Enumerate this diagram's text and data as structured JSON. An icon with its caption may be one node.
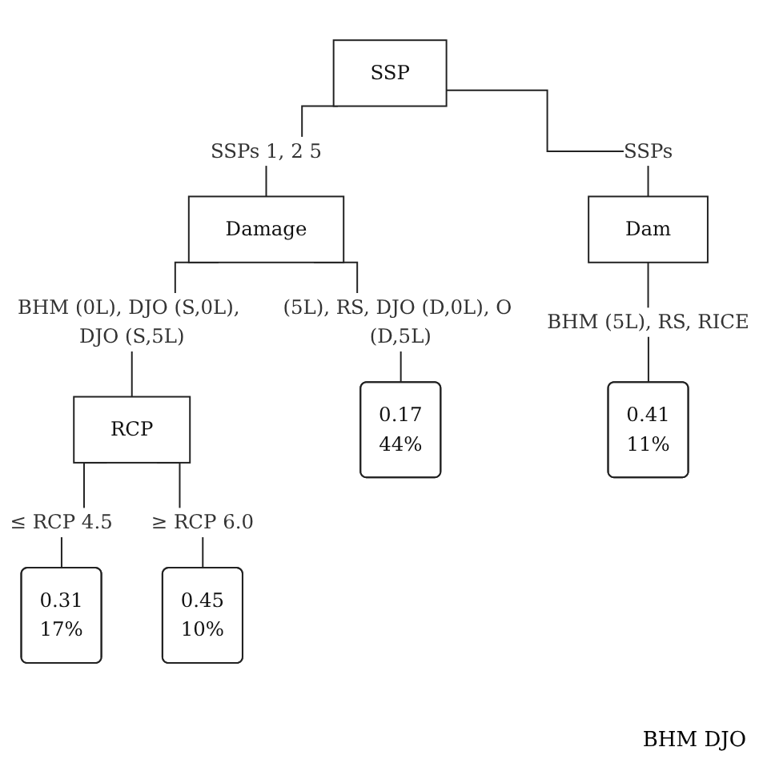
{
  "diagram": {
    "nodes": [
      {
        "text": [
          "SSP"
        ]
      },
      {
        "text": [
          "Damage"
        ]
      },
      {
        "text": [
          "Dam"
        ]
      },
      {
        "text": [
          "RCP"
        ]
      },
      {
        "text": [
          "0.17",
          "44%"
        ]
      },
      {
        "text": [
          "0.31",
          "17%"
        ]
      },
      {
        "text": [
          "0.45",
          "10%"
        ]
      },
      {
        "text": [
          "0.41",
          "11%"
        ]
      }
    ],
    "edges": [
      {
        "from": 0,
        "to": 1,
        "arrow": "none",
        "label": "SSPs 1, 2 5"
      },
      {
        "from": 0,
        "to": 2,
        "arrow": "none",
        "label": "SSPs"
      },
      {
        "from": 1,
        "to": 4,
        "arrow": "none",
        "label": "(5L), RS, DJO (D,0L), O (D,5L)"
      },
      {
        "from": 1,
        "to": 3,
        "arrow": "none",
        "label": "BHM (0L), DJO (S,0L), DJO (S,5L)"
      },
      {
        "from": 3,
        "to": 5,
        "arrow": "none",
        "label": "≤ RCP 4.5"
      },
      {
        "from": 3,
        "to": 6,
        "arrow": "none",
        "label": "≥ RCP 6.0"
      },
      {
        "from": 2,
        "to": 7,
        "arrow": "none",
        "label": "BHM (5L), RS, RICE"
      }
    ],
    "labels": [
      "BHM DJO"
    ]
  }
}
